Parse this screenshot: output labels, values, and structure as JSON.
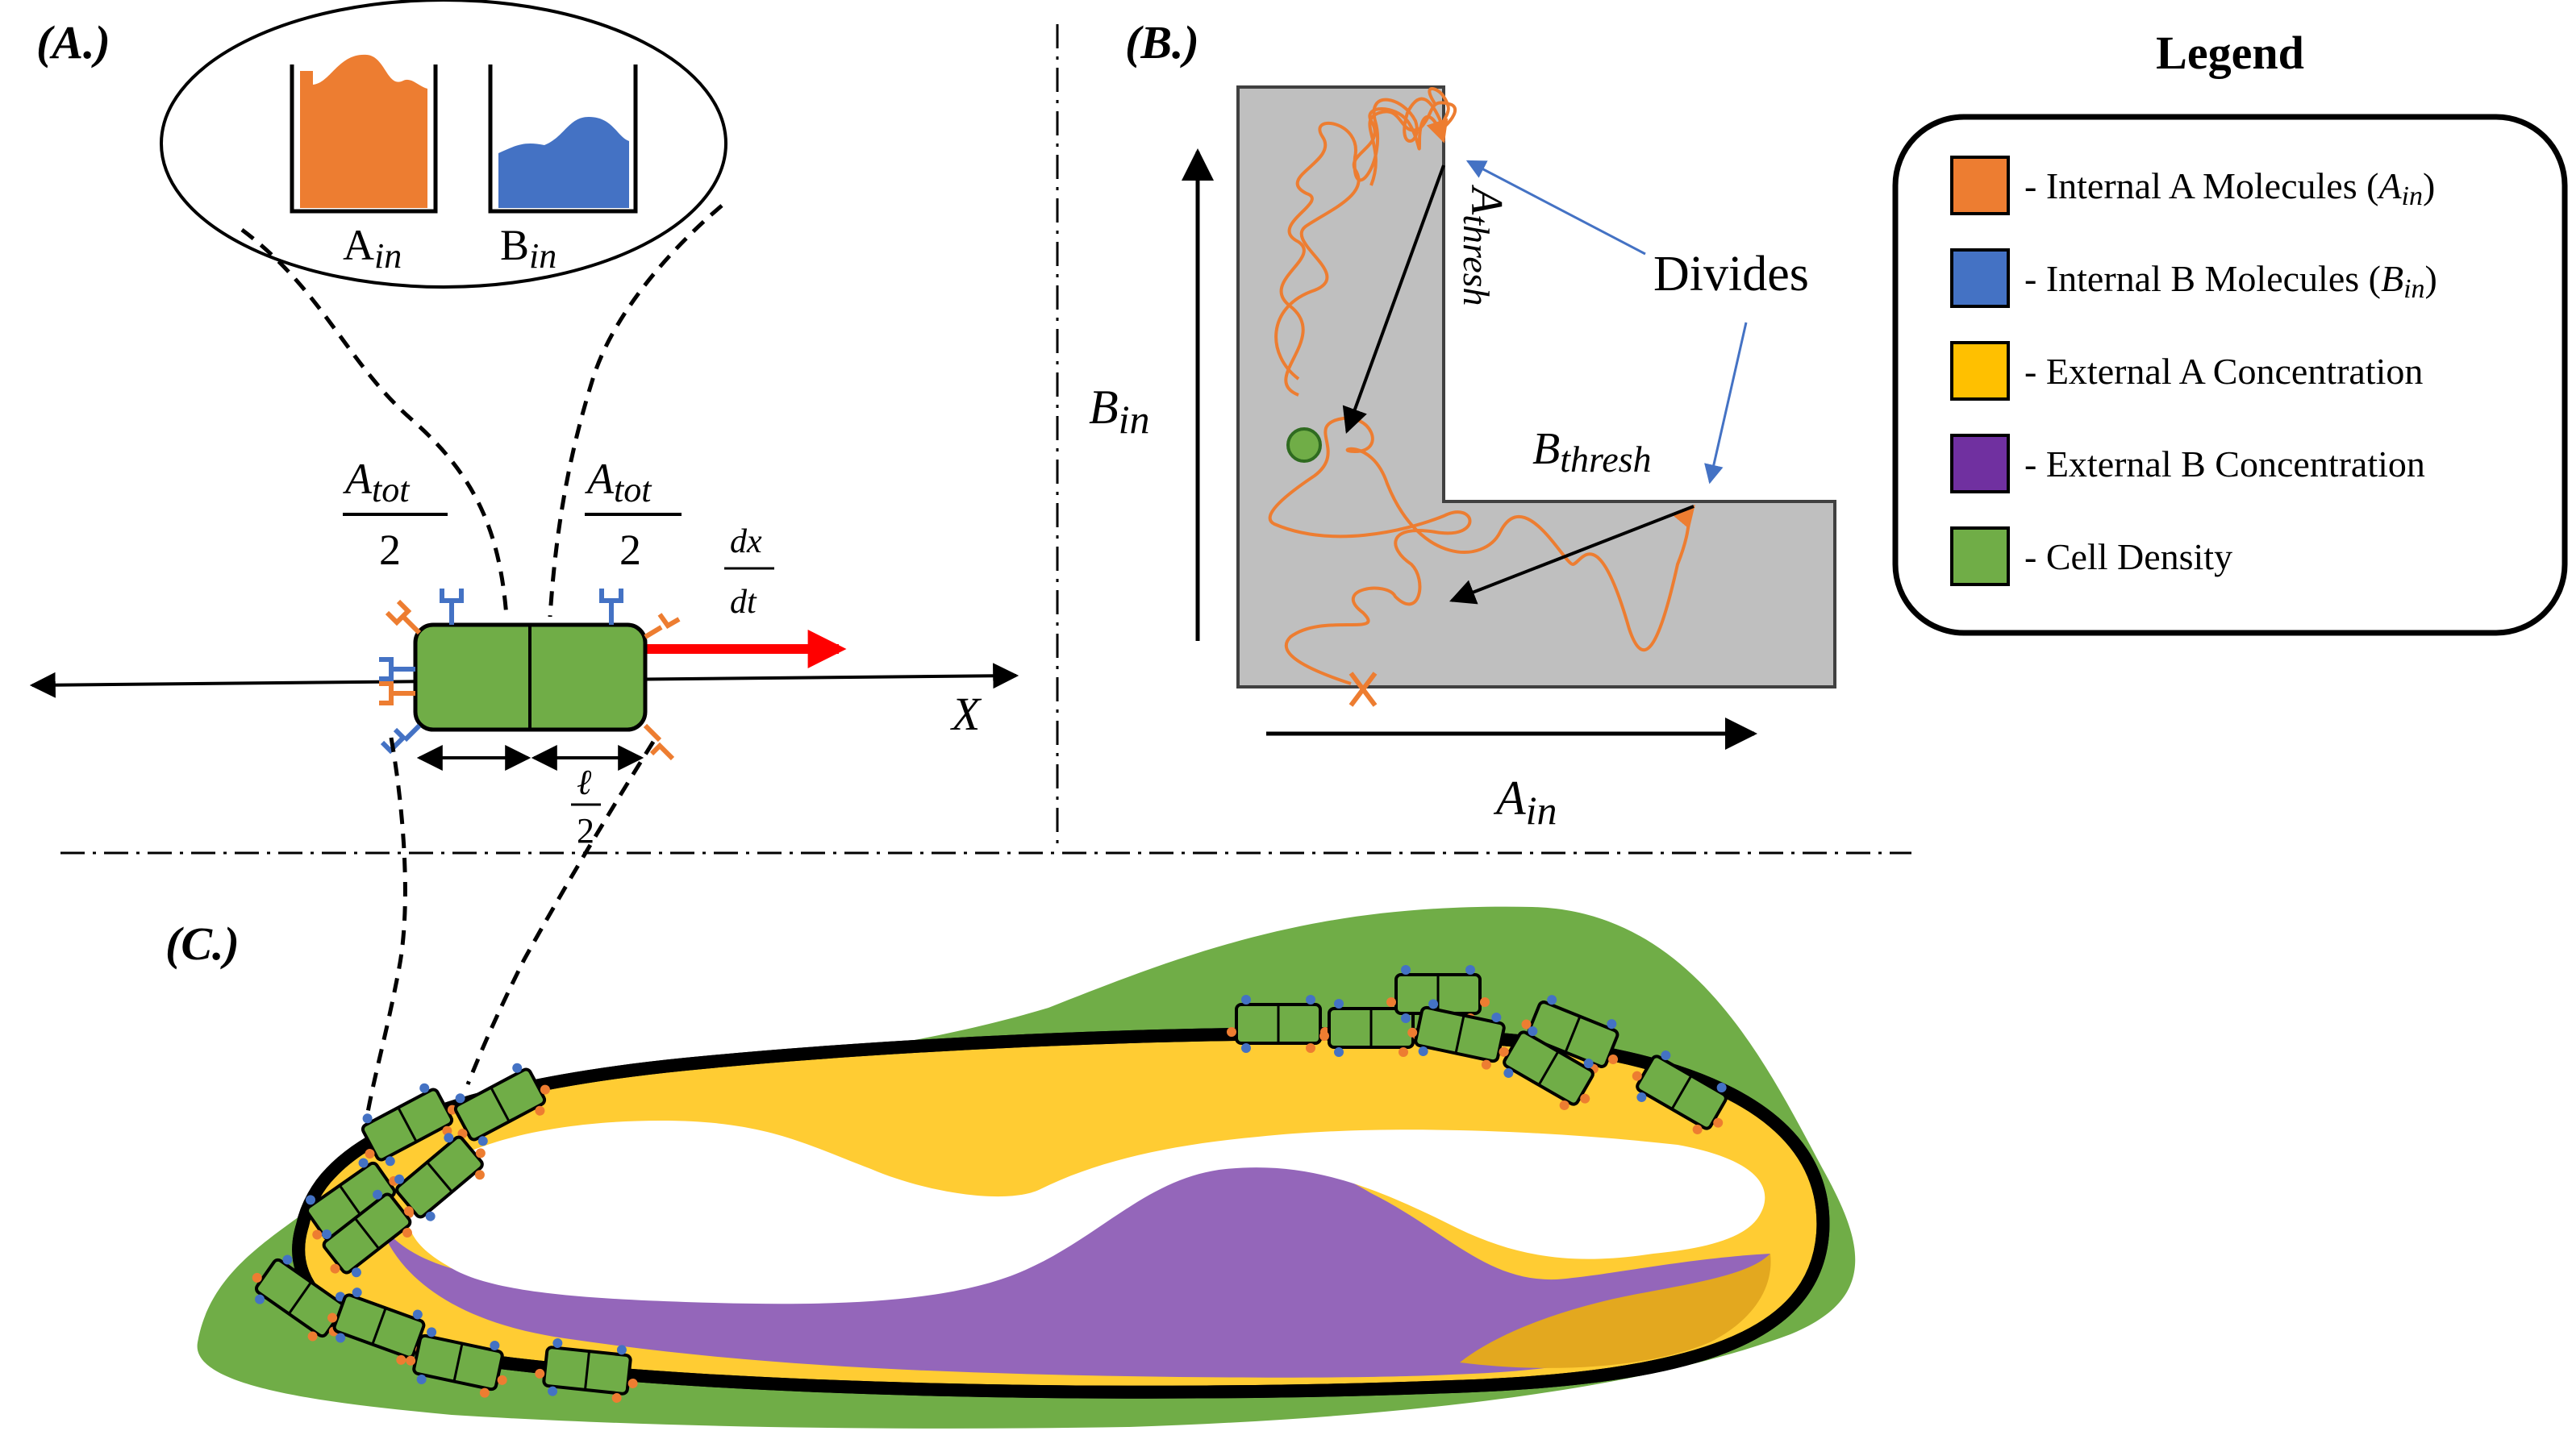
{
  "panels": {
    "a": {
      "label": "(A.)",
      "hist_a_label": "A",
      "hist_a_sub": "in",
      "hist_b_label": "B",
      "hist_b_sub": "in",
      "frac_left_num": "A",
      "frac_left_sub": "tot",
      "frac_left_den": "2",
      "frac_right_num": "A",
      "frac_right_sub": "tot",
      "frac_right_den": "2",
      "vel_num": "dx",
      "vel_den": "dt",
      "axis_label": "X",
      "len_num": "ℓ",
      "len_den": "2"
    },
    "b": {
      "label": "(B.)",
      "y_axis": "B",
      "y_axis_sub": "in",
      "x_axis": "A",
      "x_axis_sub": "in",
      "a_thresh": "A",
      "a_thresh_sub": "thresh",
      "b_thresh": "B",
      "b_thresh_sub": "thresh",
      "divides": "Divides"
    },
    "c": {
      "label": "(C.)"
    }
  },
  "legend": {
    "title": "Legend",
    "items": [
      {
        "text": "- Internal A Molecules (",
        "sym": "A",
        "sub": "in",
        "close": ")",
        "color": "#ED7D31"
      },
      {
        "text": "- Internal B Molecules (",
        "sym": "B",
        "sub": "in",
        "close": ")",
        "color": "#4472C4"
      },
      {
        "text": "- External A Concentration",
        "sym": "",
        "sub": "",
        "close": "",
        "color": "#FFC000"
      },
      {
        "text": "- External B Concentration",
        "sym": "",
        "sub": "",
        "close": "",
        "color": "#7030A0"
      },
      {
        "text": "- Cell Density",
        "sym": "",
        "sub": "",
        "close": "",
        "color": "#70AD47"
      }
    ]
  },
  "colors": {
    "orange": "#ED7D31",
    "blue": "#4472C4",
    "yellow": "#FFCC33",
    "purple": "#9466BA",
    "green": "#70AD47",
    "gray": "#BFBFBF",
    "red": "#FF0000"
  }
}
